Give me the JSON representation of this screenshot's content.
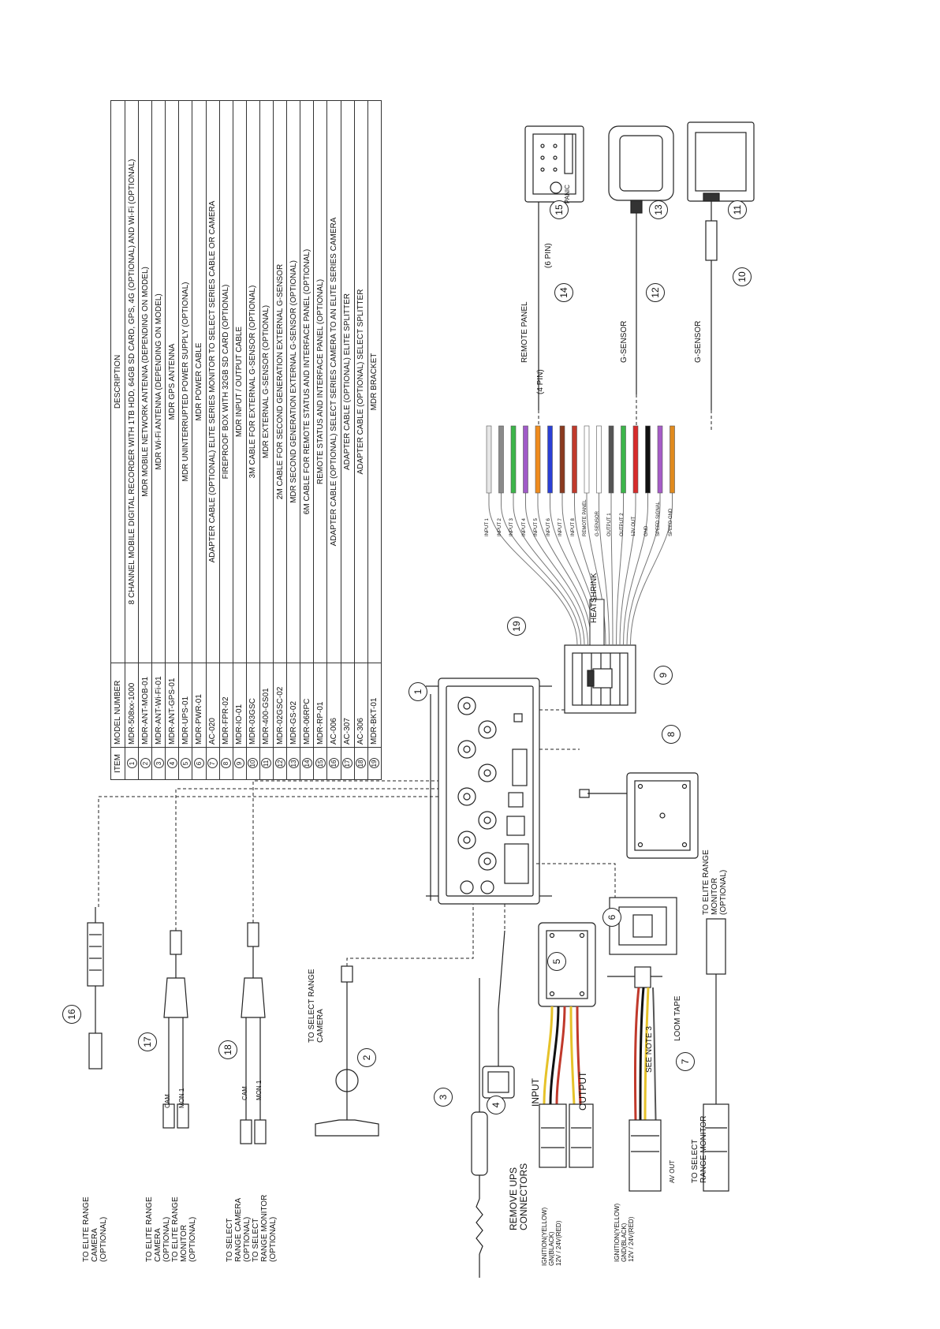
{
  "table": {
    "headers": {
      "item": "ITEM",
      "model": "MODEL NUMBER",
      "description": "DESCRIPTION"
    },
    "rows": [
      {
        "item": "1",
        "model": "MDR-508xx-1000",
        "description": "8 CHANNEL MOBILE DIGITAL RECORDER WITH 1TB HDD, 64GB SD CARD, GPS, 4G (OPTIONAL) AND Wi-Fi (OPTIONAL)"
      },
      {
        "item": "2",
        "model": "MDR-ANT-MOB-01",
        "description": "MDR MOBILE NETWORK ANTENNA (DEPENDING ON MODEL)"
      },
      {
        "item": "3",
        "model": "MDR-ANT-Wi-Fi-01",
        "description": "MDR Wi-Fi ANTENNA (DEPENDING ON MODEL)"
      },
      {
        "item": "4",
        "model": "MDR-ANT-GPS-01",
        "description": "MDR GPS ANTENNA"
      },
      {
        "item": "5",
        "model": "MDR-UPS-01",
        "description": "MDR UNINTERRUPTED POWER SUPPLY (OPTIONAL)"
      },
      {
        "item": "6",
        "model": "MDR-PWR-01",
        "description": "MDR POWER CABLE"
      },
      {
        "item": "7",
        "model": "AC-020",
        "description": "ADAPTER CABLE (OPTIONAL) ELITE SERIES MONITOR TO SELECT SERIES CABLE OR CAMERA"
      },
      {
        "item": "8",
        "model": "MDR-FPR-02",
        "description": "FIREPROOF BOX WITH 32GB SD CARD (OPTIONAL)"
      },
      {
        "item": "9",
        "model": "MDR-IO-01",
        "description": "MDR INPUT / OUTPUT CABLE"
      },
      {
        "item": "10",
        "model": "MDR-03GSC",
        "description": "3M CABLE FOR EXTERNAL G-SENSOR (OPTIONAL)"
      },
      {
        "item": "11",
        "model": "MDR-400-GS01",
        "description": "MDR EXTERNAL G-SENSOR (OPTIONAL)"
      },
      {
        "item": "12",
        "model": "MDR-02GSC-02",
        "description": "2M CABLE FOR SECOND GENERATION EXTERNAL G-SENSOR"
      },
      {
        "item": "13",
        "model": "MDR-GS-02",
        "description": "MDR SECOND GENERATION EXTERNAL G-SENSOR (OPTIONAL)"
      },
      {
        "item": "14",
        "model": "MDR-06RPC",
        "description": "6M CABLE FOR REMOTE STATUS AND INTERFACE PANEL (OPTIONAL)"
      },
      {
        "item": "15",
        "model": "MDR-RP-01",
        "description": "REMOTE STATUS AND INTERFACE PANEL (OPTIONAL)"
      },
      {
        "item": "16",
        "model": "AC-006",
        "description": "ADAPTER CABLE (OPTIONAL) SELECT SERIES CAMERA TO AN ELITE SERIES CAMERA"
      },
      {
        "item": "17",
        "model": "AC-307",
        "description": "ADAPTER CABLE (OPTIONAL) ELITE SPLITTER"
      },
      {
        "item": "18",
        "model": "AC-306",
        "description": "ADAPTER CABLE (OPTIONAL) SELECT SPLITTER"
      },
      {
        "item": "19",
        "model": "MDR-BKT-01",
        "description": "MDR BRACKET"
      }
    ]
  },
  "labels": {
    "elite_camera": "TO ELITE RANGE\nCAMERA\n(OPTIONAL)",
    "elite_camera_monitor": "TO ELITE RANGE\nCAMERA\n(OPTIONAL)\nTO ELITE RANGE\nMONITOR\n(OPTIONAL)",
    "select_camera_monitor": "TO SELECT\nRANGE CAMERA\n(OPTIONAL)\nTO SELECT\nRANGE MONITOR\n(OPTIONAL)",
    "select_range_camera": "TO SELECT RANGE\nCAMERA",
    "remove_ups": "REMOVE UPS\nCONNECTORS",
    "ups_wire_key": "IGNITION(YELLOW)\nGN(BLACK)\n12V / 24V(RED)",
    "pwr_wire_key": "IGNITION(YELLOW)\nGND(BLACK)\n12V / 24V(RED)",
    "input": "INPUT",
    "output": "OUTPUT",
    "see_note": "SEE NOTE 3",
    "loom_tape": "LOOM TAPE",
    "av_out": "AV OUT",
    "to_select_monitor": "TO SELECT\nRANGE MONITOR",
    "to_elite_monitor": "TO ELITE RANGE\nMONITOR\n(OPTIONAL)",
    "heatshrink": "HEATSHRINK",
    "remote_panel": "REMOTE PANEL",
    "pin4": "(4 PIN)",
    "pin6": "(6 PIN)",
    "gsensor": "G-SENSOR",
    "cam": "CAM",
    "mon1": "MON 1",
    "panic": "PANIC"
  },
  "wire_tags": [
    "INPUT 1",
    "INPUT 2",
    "INPUT 3",
    "INPUT 4",
    "INPUT 5",
    "INPUT 6",
    "INPUT 7",
    "INPUT 8",
    "REMOTE PANEL",
    "G-SENSOR",
    "OUTPUT 1",
    "OUTPUT 2",
    "12V OUT",
    "GND",
    "SPEED SIGNAL",
    "SPEED GND"
  ],
  "wire_colors": [
    "#e6e6e6",
    "#8a8a8a",
    "#3cb54a",
    "#a05ac8",
    "#f08c1e",
    "#2a3fd6",
    "#8b3a1f",
    "#c0392b",
    "#ffffff",
    "#ffffff",
    "#555555",
    "#3cb54a",
    "#d62b2b",
    "#111111",
    "#a65cc7",
    "#e08a1e"
  ],
  "callouts": [
    "1",
    "2",
    "3",
    "4",
    "5",
    "6",
    "7",
    "8",
    "9",
    "10",
    "11",
    "12",
    "13",
    "14",
    "15",
    "16",
    "17",
    "18",
    "19"
  ]
}
